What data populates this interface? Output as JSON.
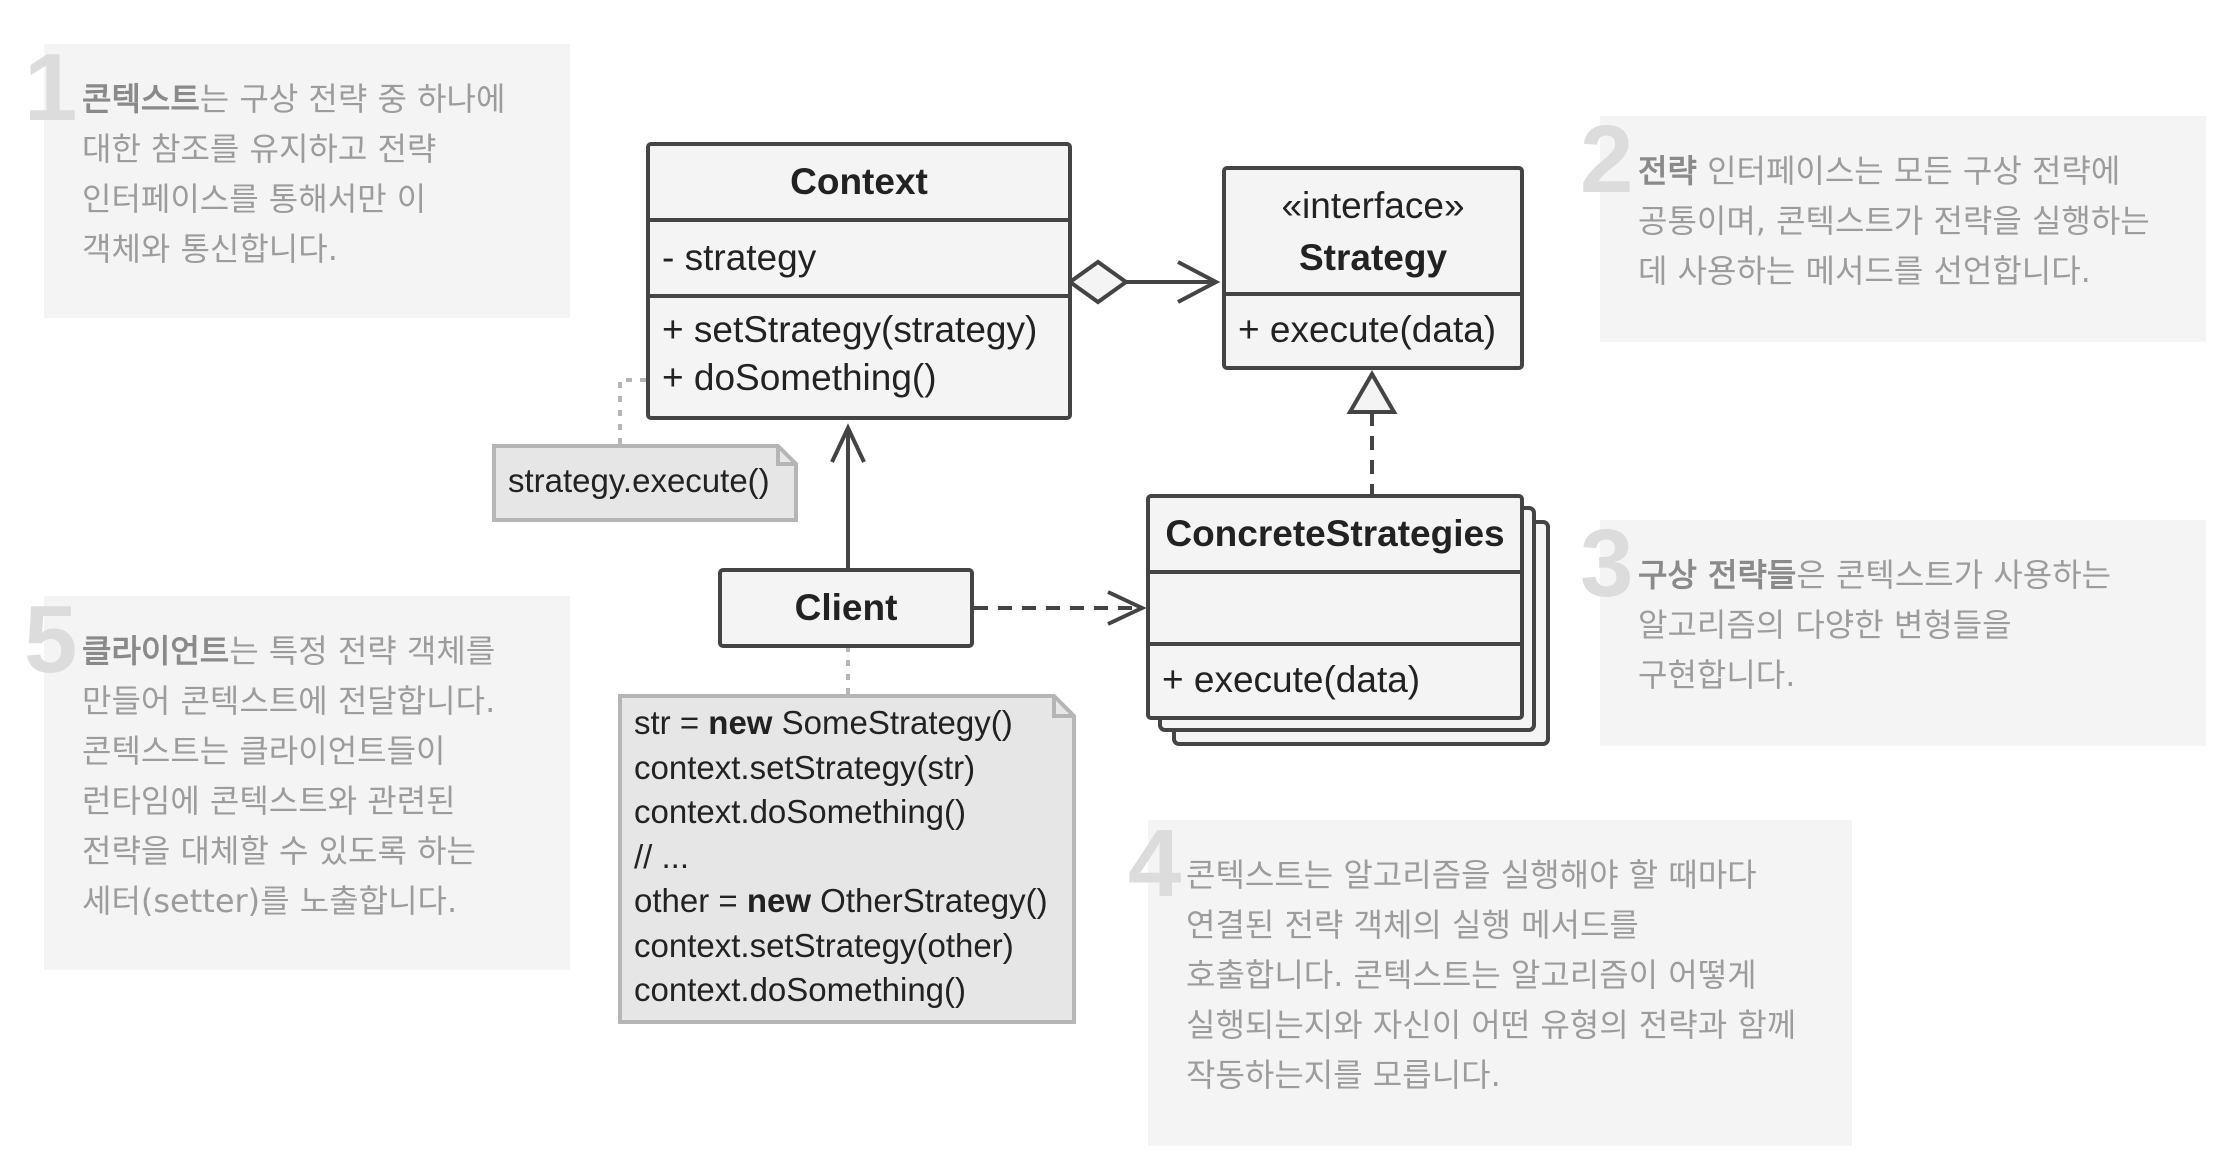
{
  "notes": [
    {
      "num": "1",
      "lines": [
        [
          {
            "t": "콘텍스트",
            "b": true
          },
          {
            "t": "는 구상 전략 중 하나에"
          }
        ],
        [
          {
            "t": "대한 참조를 유지하고 전략"
          }
        ],
        [
          {
            "t": "인터페이스를 통해서만 이"
          }
        ],
        [
          {
            "t": "객체와 통신합니다."
          }
        ]
      ]
    },
    {
      "num": "2",
      "lines": [
        [
          {
            "t": "전략",
            "b": true
          },
          {
            "t": " 인터페이스는 모든 구상 전략에"
          }
        ],
        [
          {
            "t": "공통이며, 콘텍스트가 전략을 실행하는"
          }
        ],
        [
          {
            "t": "데 사용하는 메서드를 선언합니다."
          }
        ]
      ]
    },
    {
      "num": "3",
      "lines": [
        [
          {
            "t": "구상 전략들",
            "b": true
          },
          {
            "t": "은 콘텍스트가 사용하는"
          }
        ],
        [
          {
            "t": "알고리즘의 다양한 변형들을"
          }
        ],
        [
          {
            "t": "구현합니다."
          }
        ]
      ]
    },
    {
      "num": "4",
      "lines": [
        [
          {
            "t": "콘텍스트는 알고리즘을 실행해야 할 때마다"
          }
        ],
        [
          {
            "t": "연결된 전략 객체의 실행 메서드를"
          }
        ],
        [
          {
            "t": "호출합니다. 콘텍스트는 알고리즘이 어떻게"
          }
        ],
        [
          {
            "t": "실행되는지와 자신이 어떤 유형의 전략과 함께"
          }
        ],
        [
          {
            "t": "작동하는지를 모릅니다."
          }
        ]
      ]
    },
    {
      "num": "5",
      "lines": [
        [
          {
            "t": "클라이언트",
            "b": true
          },
          {
            "t": "는 특정 전략 객체를"
          }
        ],
        [
          {
            "t": "만들어 콘텍스트에 전달합니다."
          }
        ],
        [
          {
            "t": "콘텍스트는 클라이언트들이"
          }
        ],
        [
          {
            "t": "런타임에 콘텍스트와 관련된"
          }
        ],
        [
          {
            "t": "전략을 대체할 수 있도록 하는"
          }
        ],
        [
          {
            "t": "세터(setter)를 노출합니다."
          }
        ]
      ]
    }
  ],
  "context": {
    "name": "Context",
    "field": "- strategy",
    "method1": "+ setStrategy(strategy)",
    "method2": "+ doSomething()"
  },
  "strategy": {
    "stereotype": "«interface»",
    "name": "Strategy",
    "method": "+ execute(data)"
  },
  "concrete": {
    "name": "ConcreteStrategies",
    "method": "+ execute(data)"
  },
  "client": {
    "name": "Client"
  },
  "context_note": "strategy.execute()",
  "client_code": [
    [
      {
        "t": "str = "
      },
      {
        "t": "new",
        "b": true
      },
      {
        "t": " SomeStrategy()"
      }
    ],
    [
      {
        "t": "context.setStrategy(str)"
      }
    ],
    [
      {
        "t": "context.doSomething()"
      }
    ],
    [
      {
        "t": "// ..."
      }
    ],
    [
      {
        "t": "other = "
      },
      {
        "t": "new",
        "b": true
      },
      {
        "t": " OtherStrategy()"
      }
    ],
    [
      {
        "t": "context.setStrategy(other)"
      }
    ],
    [
      {
        "t": "context.doSomething()"
      }
    ]
  ],
  "colors": {
    "line": "#444444",
    "panel": "#f4f4f4",
    "note_text": "#9c9c9c",
    "note_bold": "#8a8a8a",
    "number": "#dcdcdc",
    "code_fill": "#e6e6e6",
    "code_border": "#b5b5b5"
  }
}
